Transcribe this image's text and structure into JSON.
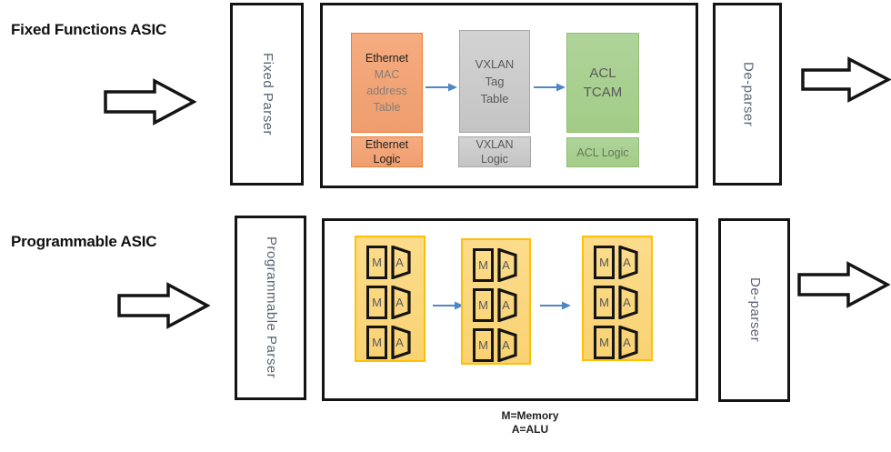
{
  "palette": {
    "orange_fill": "#F2A478",
    "orange_border": "#ED7D31",
    "gray_fill": "#CBCBCB",
    "gray_border": "#A6A6A6",
    "green_fill": "#A9D18E",
    "green_border": "#90BF71",
    "stage_panel_fill": "#FBD77E",
    "stage_panel_border": "#FFC000",
    "flow_arrow_blue": "#4F86C6",
    "outline_black": "#141414",
    "vertical_text_gray": "#5a6372"
  },
  "fixed_row": {
    "title": "Fixed Functions ASIC",
    "parser_label": "Fixed Parser",
    "deparser_label": "De-parser",
    "stages": [
      {
        "name": "ethernet",
        "table_lines": [
          "Ethernet",
          "MAC",
          "address",
          "Table"
        ],
        "logic_lines": [
          "Ethernet",
          "Logic"
        ]
      },
      {
        "name": "vxlan",
        "table_lines": [
          "VXLAN",
          "Tag",
          "Table"
        ],
        "logic_lines": [
          "VXLAN",
          "Logic"
        ]
      },
      {
        "name": "acl",
        "table_lines": [
          "ACL",
          "TCAM"
        ],
        "logic_lines": [
          "ACL Logic"
        ]
      }
    ]
  },
  "programmable_row": {
    "title": "Programmable ASIC",
    "parser_label": "Programmable Parser",
    "deparser_label": "De-parser",
    "stage_count": 3,
    "units_per_stage": 3,
    "memory_label": "M",
    "alu_label": "A"
  },
  "legend": {
    "memory": "M=Memory",
    "alu": "A=ALU"
  }
}
